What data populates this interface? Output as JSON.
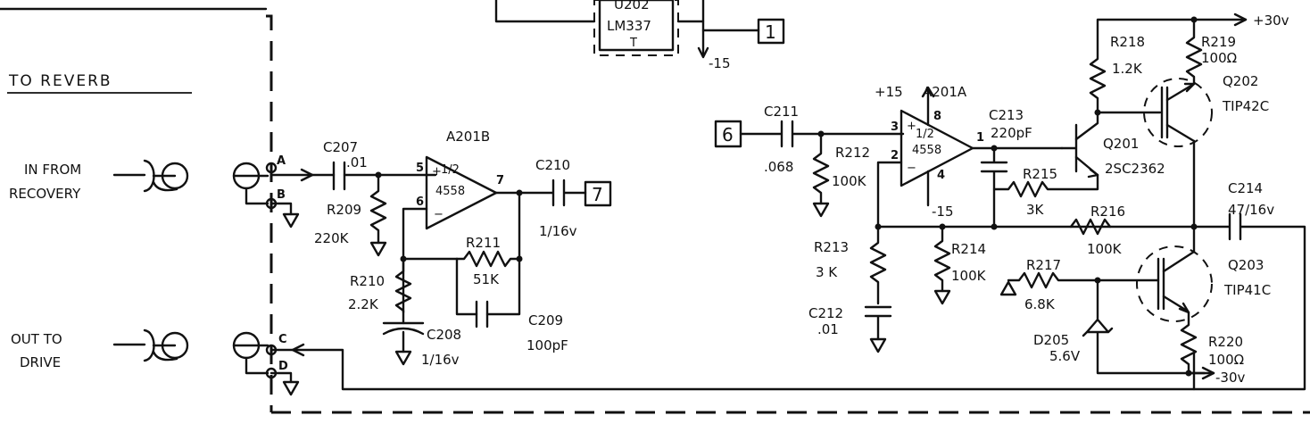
{
  "section": {
    "title": "TO REVERB"
  },
  "jacks": {
    "in": {
      "line1": "IN FROM",
      "line2": "RECOVERY",
      "pin_a": "A",
      "pin_b": "B"
    },
    "out": {
      "line1": "OUT TO",
      "line2": "DRIVE",
      "pin_c": "C",
      "pin_d": "D"
    }
  },
  "regulator": {
    "ref": "U202",
    "part": "LM337",
    "suffix": "T",
    "rail": "-15"
  },
  "terminals": {
    "t1": "1",
    "t6": "6",
    "t7": "7"
  },
  "rails": {
    "pos30": "+30v",
    "neg30": "-30v",
    "pos15": "+15",
    "neg15": "-15"
  },
  "opamp_b": {
    "ref": "A201B",
    "half": "1/2",
    "part": "4558",
    "pin_in_p": "5",
    "pin_in_n": "6",
    "pin_out": "7"
  },
  "opamp_a": {
    "ref": "A201A",
    "half": "1/2",
    "part": "4558",
    "pin_in_p": "3",
    "pin_in_n": "2",
    "pin_out": "1",
    "pin_v_p": "8",
    "pin_v_n": "4"
  },
  "components": {
    "c207": {
      "ref": "C207",
      "value": ".01"
    },
    "r209": {
      "ref": "R209",
      "value": "220K"
    },
    "r210": {
      "ref": "R210",
      "value": "2.2K"
    },
    "c208": {
      "ref": "C208",
      "value": "1/16v"
    },
    "r211": {
      "ref": "R211",
      "value": "51K"
    },
    "c209": {
      "ref": "C209",
      "value": "100pF"
    },
    "c210": {
      "ref": "C210",
      "value": "1/16v"
    },
    "c211": {
      "ref": "C211",
      "value": ".068"
    },
    "r212": {
      "ref": "R212",
      "value": "100K"
    },
    "r213": {
      "ref": "R213",
      "value": "3 K"
    },
    "c212": {
      "ref": "C212",
      "value": ".01"
    },
    "r214": {
      "ref": "R214",
      "value": "100K"
    },
    "c213": {
      "ref": "C213",
      "value": "220pF"
    },
    "r215": {
      "ref": "R215",
      "value": "3K"
    },
    "r216": {
      "ref": "R216",
      "value": "100K"
    },
    "r217": {
      "ref": "R217",
      "value": "6.8K"
    },
    "d205": {
      "ref": "D205",
      "value": "5.6V"
    },
    "r218": {
      "ref": "R218",
      "value": "1.2K"
    },
    "r219": {
      "ref": "R219",
      "value": "100Ω"
    },
    "r220": {
      "ref": "R220",
      "value": "100Ω"
    },
    "c214": {
      "ref": "C214",
      "value": "47/16v"
    }
  },
  "transistors": {
    "q201": {
      "ref": "Q201",
      "part": "2SC2362"
    },
    "q202": {
      "ref": "Q202",
      "part": "TIP42C"
    },
    "q203": {
      "ref": "Q203",
      "part": "TIP41C"
    }
  }
}
